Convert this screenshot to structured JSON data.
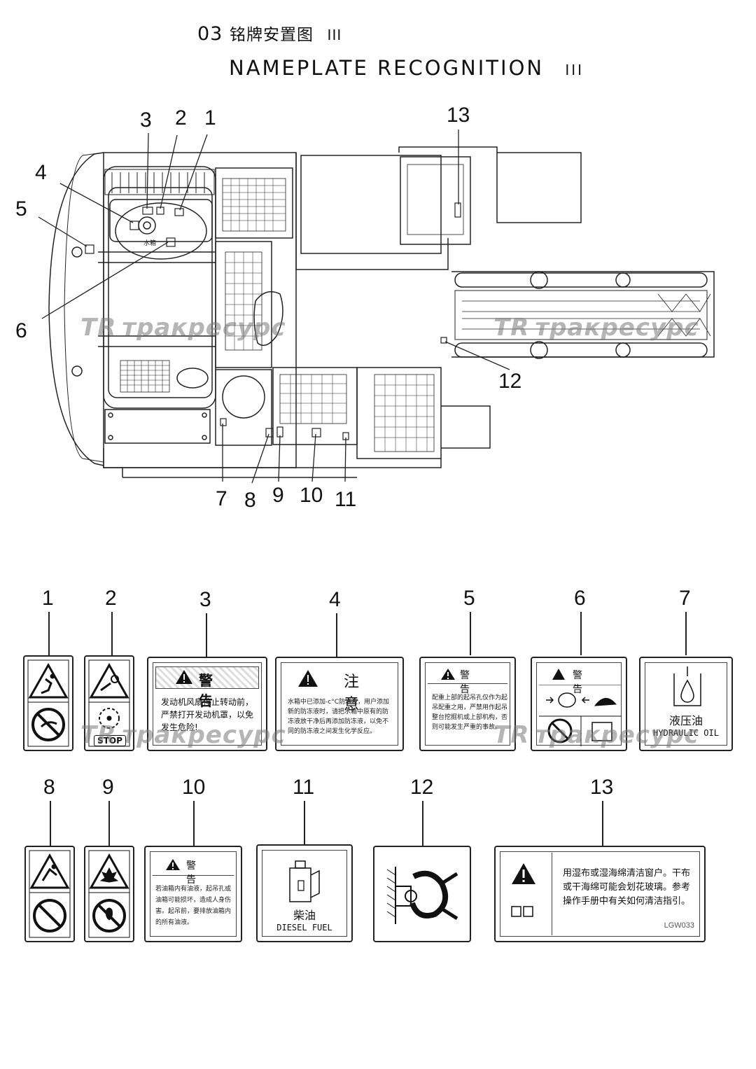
{
  "title": {
    "line1_prefix": "03",
    "line1_cn": "铭牌安置图",
    "line1_roman": "III",
    "line2": "NAMEPLATE RECOGNITION",
    "line2_roman": "III"
  },
  "watermark": {
    "logo": "TR",
    "text": "тракресурс"
  },
  "diagram_callouts": [
    "1",
    "2",
    "3",
    "4",
    "5",
    "6",
    "7",
    "8",
    "9",
    "10",
    "11",
    "12",
    "13"
  ],
  "diagram_small_text": {
    "tank_label": "水箱"
  },
  "labels": [
    {
      "num": "1"
    },
    {
      "num": "2",
      "stop": "STOP"
    },
    {
      "num": "3",
      "header_cn": "警 告",
      "body_cn": "发动机风扇停止转动前，严禁打开发动机罩，以免发生危险!"
    },
    {
      "num": "4",
      "header_cn": "注 意",
      "body_cn": "水箱中已添加-c°C防冻液，用户添加新的防冻液时，请把水箱中原有的防冻液放干净后再添加防冻液，以免不同的防冻液之间发生化学反应。"
    },
    {
      "num": "5",
      "header_cn": "警 告",
      "body_cn": "配重上部的起吊孔仅作为起吊配重之用，严禁用作起吊整台挖掘机或上部机构，否则可能发生严重的事故。"
    },
    {
      "num": "6",
      "header_cn": "警 告"
    },
    {
      "num": "7",
      "cn": "液压油",
      "en": "HYDRAULIC OIL"
    },
    {
      "num": "8"
    },
    {
      "num": "9"
    },
    {
      "num": "10",
      "header_cn": "警 告",
      "body_cn": "若油箱内有油液，起吊孔或油箱可能损坏，造成人身伤害。起吊前，要排放油箱内的所有油液。"
    },
    {
      "num": "11",
      "cn": "柴油",
      "en": "DIESEL FUEL"
    },
    {
      "num": "12"
    },
    {
      "num": "13",
      "body_cn": "用湿布或湿海绵清洁窗户。干布或干海绵可能会划花玻璃。参考操作手册中有关如何清洁指引。",
      "code": "LGW033"
    }
  ]
}
